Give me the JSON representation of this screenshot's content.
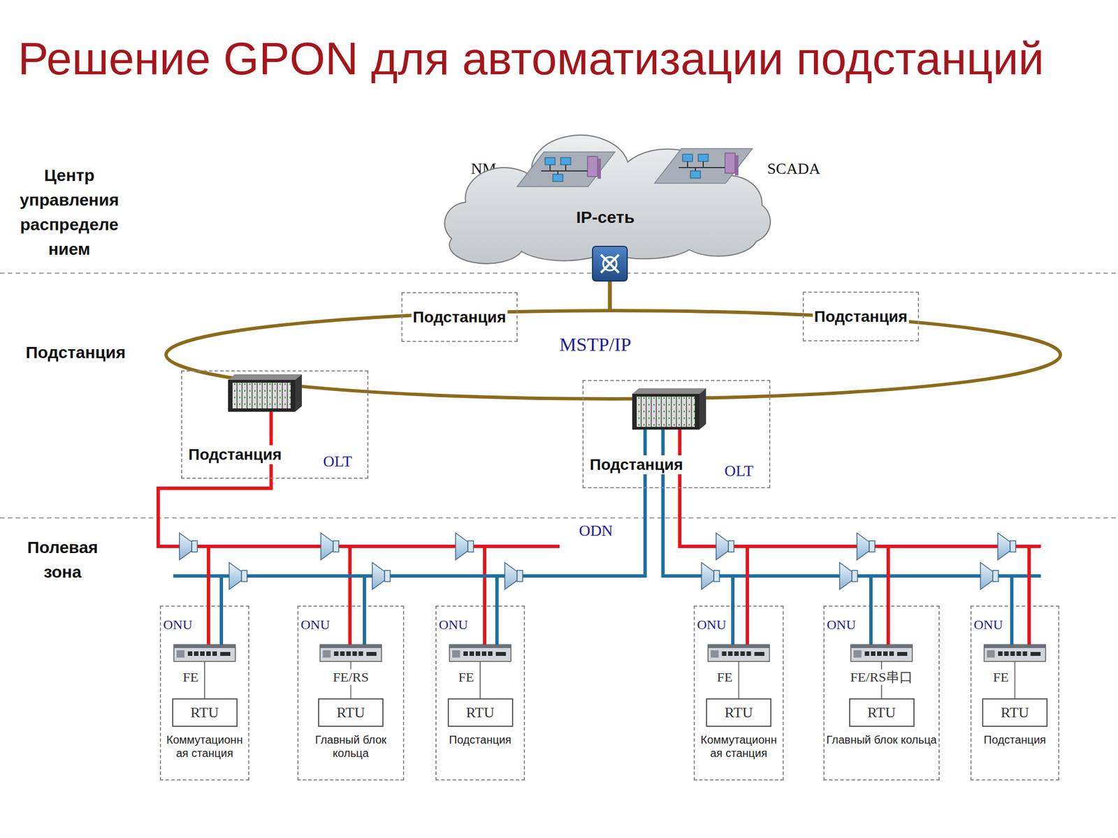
{
  "diagram": {
    "title": "Решение GPON для автоматизации подстанций",
    "nodes": [
      {
        "text": [
          "IP-сеть"
        ]
      },
      {
        "text": [
          "Подстанция"
        ]
      },
      {
        "text": [
          "Подстанция"
        ]
      },
      {
        "text": [
          "Подстанция",
          "OLT"
        ]
      },
      {
        "text": [
          "Подстанция",
          "OLT"
        ]
      },
      {
        "text": [
          "ONU",
          "FE",
          "Коммутационн ая станция"
        ]
      },
      {
        "text": [
          "RTU"
        ],
        "in": 5
      },
      {
        "text": [
          "ONU",
          "FE/RS",
          "Главный блок кольца"
        ]
      },
      {
        "text": [
          "RTU"
        ],
        "in": 7
      },
      {
        "text": [
          "ONU",
          "FE",
          "Подстанция"
        ]
      },
      {
        "text": [
          "RTU"
        ],
        "in": 9
      },
      {
        "text": [
          "ONU",
          "FE",
          "Коммутационн ая станция"
        ]
      },
      {
        "text": [
          "RTU"
        ],
        "in": 11
      },
      {
        "text": [
          "ONU",
          "FE/RS串口",
          "Главный блок кольца"
        ]
      },
      {
        "text": [
          "RTU"
        ],
        "in": 13
      },
      {
        "text": [
          "ONU",
          "FE",
          "Подстанция"
        ]
      },
      {
        "text": [
          "RTU"
        ],
        "in": 15
      }
    ],
    "edges": [
      {
        "from": 3,
        "to": 5,
        "arrow": "none"
      },
      {
        "from": 3,
        "to": 7,
        "arrow": "none"
      },
      {
        "from": 3,
        "to": 9,
        "arrow": "none"
      },
      {
        "from": 4,
        "to": 5,
        "arrow": "none"
      },
      {
        "from": 4,
        "to": 7,
        "arrow": "none"
      },
      {
        "from": 4,
        "to": 9,
        "arrow": "none"
      },
      {
        "from": 4,
        "to": 11,
        "arrow": "none"
      },
      {
        "from": 4,
        "to": 13,
        "arrow": "none"
      },
      {
        "from": 4,
        "to": 15,
        "arrow": "none"
      },
      {
        "from": 4,
        "to": 11,
        "arrow": "none"
      },
      {
        "from": 4,
        "to": 13,
        "arrow": "none"
      },
      {
        "from": 4,
        "to": 15,
        "arrow": "none"
      }
    ],
    "labels": [
      "Центр управления распределе нием",
      "NM",
      "SCADA",
      "Подстанция",
      "MSTP/IP",
      "ODN",
      "Полевая зона"
    ]
  }
}
